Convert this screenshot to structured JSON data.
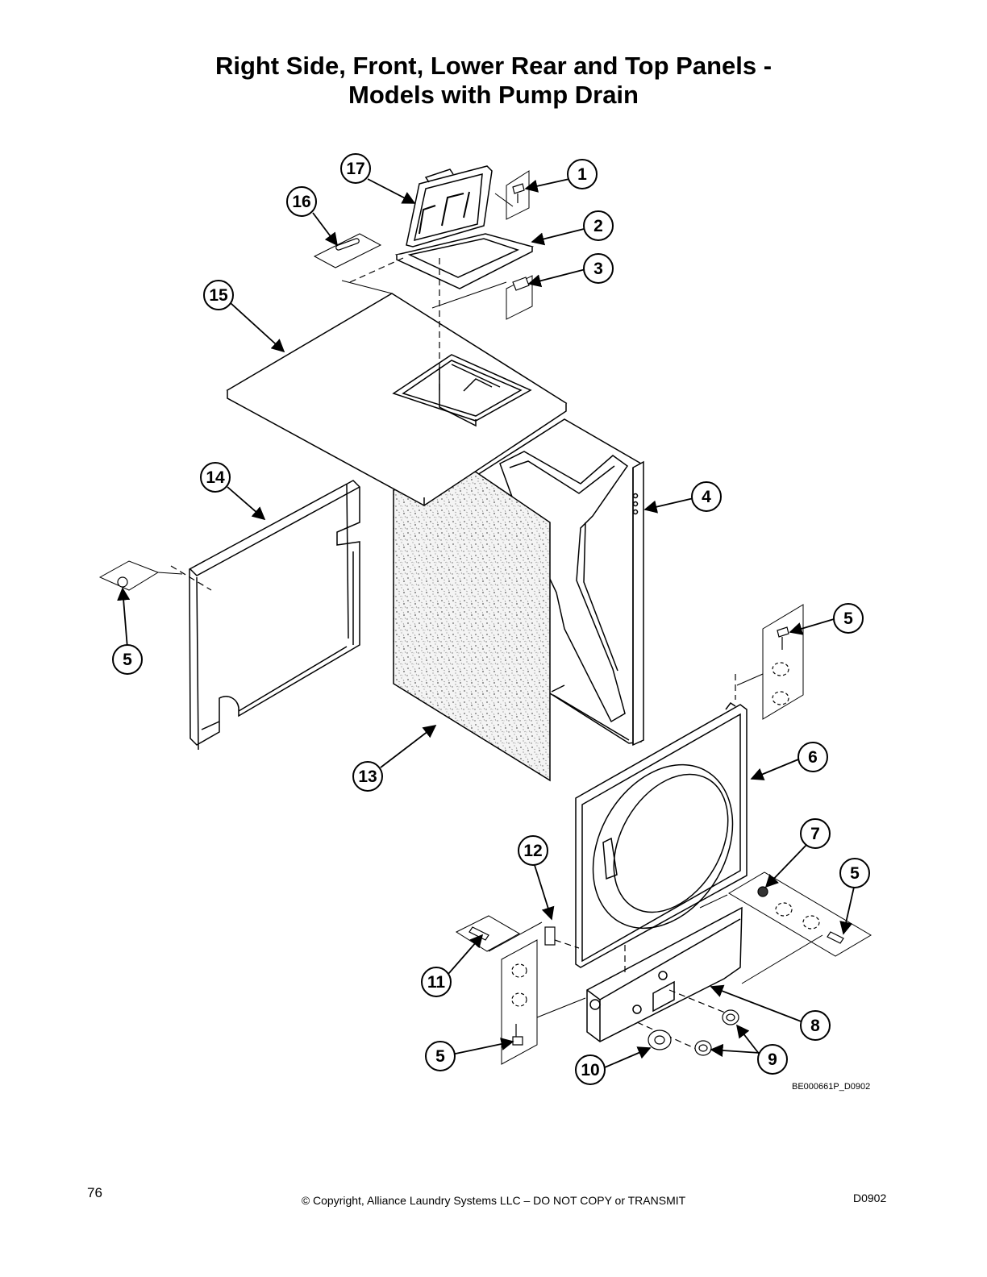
{
  "title": {
    "line1": "Right Side, Front, Lower Rear and Top Panels -",
    "line2": "Models with Pump Drain"
  },
  "callouts": [
    "17",
    "1",
    "16",
    "2",
    "3",
    "15",
    "4",
    "14",
    "5",
    "5",
    "13",
    "6",
    "12",
    "7",
    "5",
    "11",
    "8",
    "5",
    "9",
    "10"
  ],
  "figure_id": "BE000661P_D0902",
  "footer": {
    "page_number": "76",
    "copyright": "© Copyright, Alliance Laundry Systems LLC – DO NOT COPY or TRANSMIT",
    "doc_code": "D0902"
  }
}
